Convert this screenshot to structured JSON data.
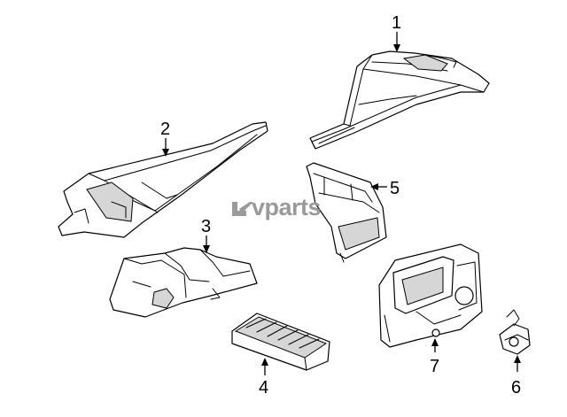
{
  "diagram": {
    "callouts": [
      {
        "id": "1",
        "label": "1"
      },
      {
        "id": "2",
        "label": "2"
      },
      {
        "id": "3",
        "label": "3"
      },
      {
        "id": "4",
        "label": "4"
      },
      {
        "id": "5",
        "label": "5"
      },
      {
        "id": "6",
        "label": "6"
      },
      {
        "id": "7",
        "label": "7"
      }
    ],
    "watermark": {
      "text": "vparts",
      "logo_icon": "lv-logo-icon"
    },
    "colors": {
      "line": "#000000",
      "background": "#ffffff",
      "watermark": "#9a9a9a"
    }
  }
}
